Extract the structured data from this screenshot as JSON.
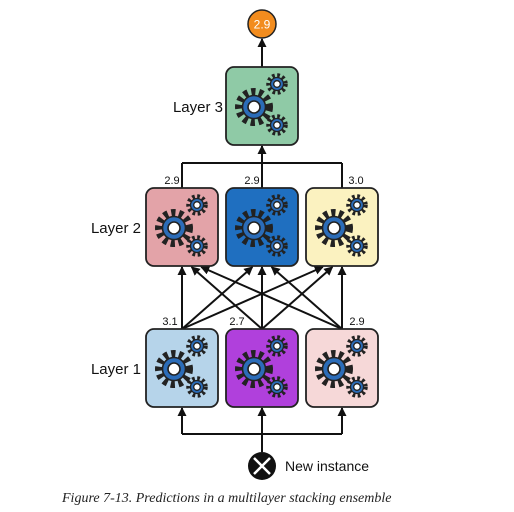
{
  "diagram": {
    "output": {
      "value": "2.9",
      "color": "#f28c1e"
    },
    "layers": [
      {
        "label": "Layer 3",
        "nodes": [
          {
            "color": "#8fcaa6"
          }
        ]
      },
      {
        "label": "Layer 2",
        "predictions": [
          "2.9",
          "2.9",
          "3.0"
        ],
        "nodes": [
          {
            "color": "#e3a3a8"
          },
          {
            "color": "#1f6fc0"
          },
          {
            "color": "#fbf2c0"
          }
        ]
      },
      {
        "label": "Layer 1",
        "predictions": [
          "3.1",
          "2.7",
          "2.9"
        ],
        "nodes": [
          {
            "color": "#b6d4ea"
          },
          {
            "color": "#b040dc"
          },
          {
            "color": "#f6d8d8"
          }
        ]
      }
    ],
    "input": {
      "label": "New instance"
    },
    "gear_color": "#2b6cb8"
  },
  "caption": "Figure 7-13. Predictions in a multilayer stacking ensemble"
}
